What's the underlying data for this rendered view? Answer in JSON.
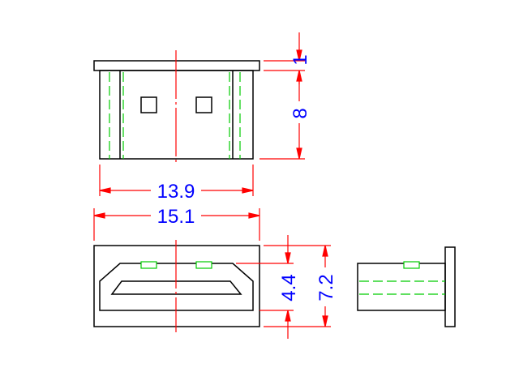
{
  "drawing": {
    "colors": {
      "outline": "#000000",
      "dimension": "#ff0000",
      "dimension_text": "#0000ff",
      "hidden_line": "#00cc00",
      "background": "#ffffff"
    },
    "dimensions": {
      "top_height": "1",
      "body_height": "8",
      "inner_width": "13.9",
      "outer_width": "15.1",
      "opening_height": "4.4",
      "overall_height": "7.2"
    }
  }
}
